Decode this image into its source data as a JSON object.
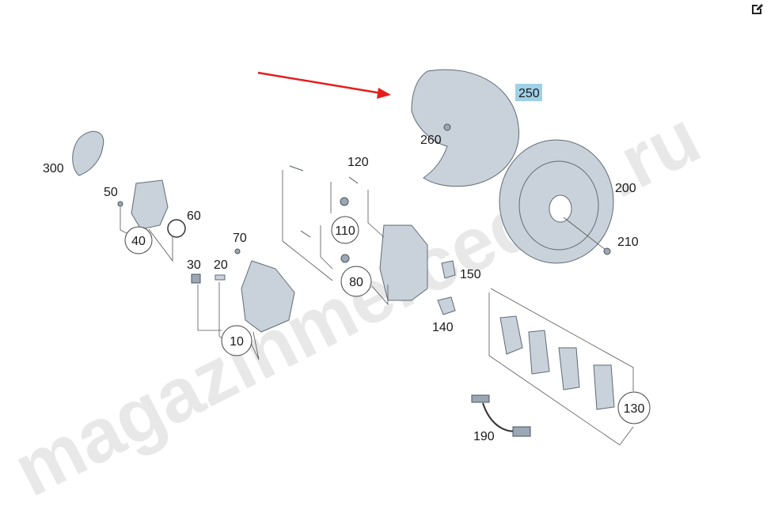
{
  "watermark": "magazinmercedes.ru",
  "highlight_color": "#9fd0e6",
  "arrow_color": "#e41e1e",
  "callouts": {
    "c10": "10",
    "c20": "20",
    "c30": "30",
    "c40": "40",
    "c50": "50",
    "c60": "60",
    "c70": "70",
    "c80": "80",
    "c110": "110",
    "c120": "120",
    "c130": "130",
    "c140": "140",
    "c150": "150",
    "c190": "190",
    "c200": "200",
    "c210": "210",
    "c250": "250",
    "c260": "260",
    "c300": "300"
  },
  "icons": {
    "edit": "edit-icon"
  }
}
